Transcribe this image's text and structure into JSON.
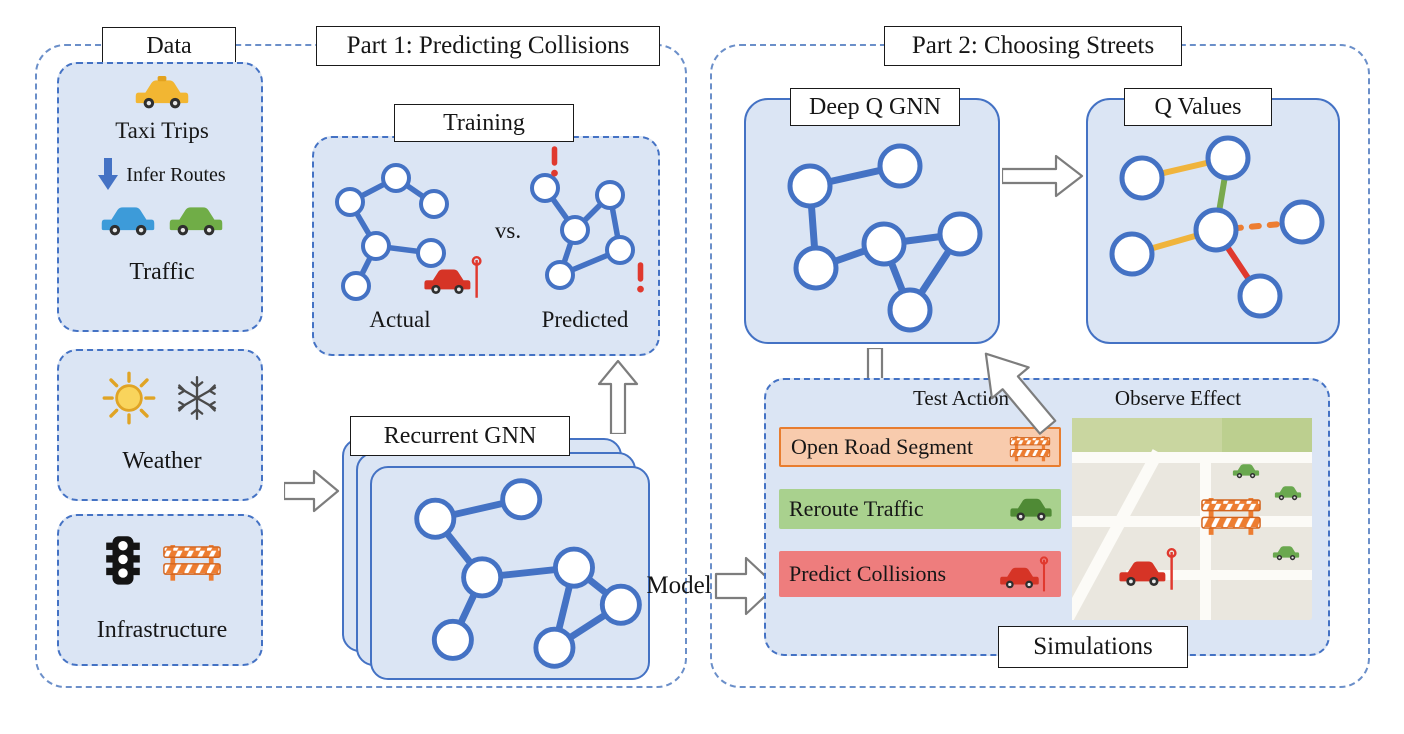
{
  "part1": {
    "title": "Part 1: Predicting Collisions",
    "data_box": {
      "title": "Data",
      "taxi_trips": "Taxi Trips",
      "infer_routes": "Infer Routes",
      "traffic": "Traffic"
    },
    "weather_box": {
      "label": "Weather"
    },
    "infrastructure_box": {
      "label": "Infrastructure"
    },
    "training": {
      "title": "Training",
      "actual": "Actual",
      "vs": "vs.",
      "predicted": "Predicted"
    },
    "recurrent_gnn": {
      "title": "Recurrent GNN"
    }
  },
  "model": {
    "label": "Model"
  },
  "part2": {
    "title": "Part 2: Choosing Streets",
    "deep_q_gnn": {
      "title": "Deep Q GNN"
    },
    "q_values": {
      "title": "Q Values"
    },
    "simulations": {
      "title": "Simulations",
      "test_action": "Test Action",
      "observe_effect": "Observe Effect",
      "actions": [
        {
          "label": "Open Road Segment"
        },
        {
          "label": "Reroute Traffic"
        },
        {
          "label": "Predict Collisions"
        }
      ]
    }
  },
  "colors": {
    "panel_fill": "#dbe5f4",
    "graph_blue": "#4472c4",
    "action_open_fill": "#f8cbad",
    "action_open_border": "#ed7d31",
    "action_reroute_fill": "#a9d18e",
    "action_predict_fill": "#ee7d7d",
    "q_edge_yellow": "#f0b43c",
    "q_edge_green": "#79a94e",
    "q_edge_orange": "#ed7d31",
    "q_edge_red": "#e0392e"
  }
}
